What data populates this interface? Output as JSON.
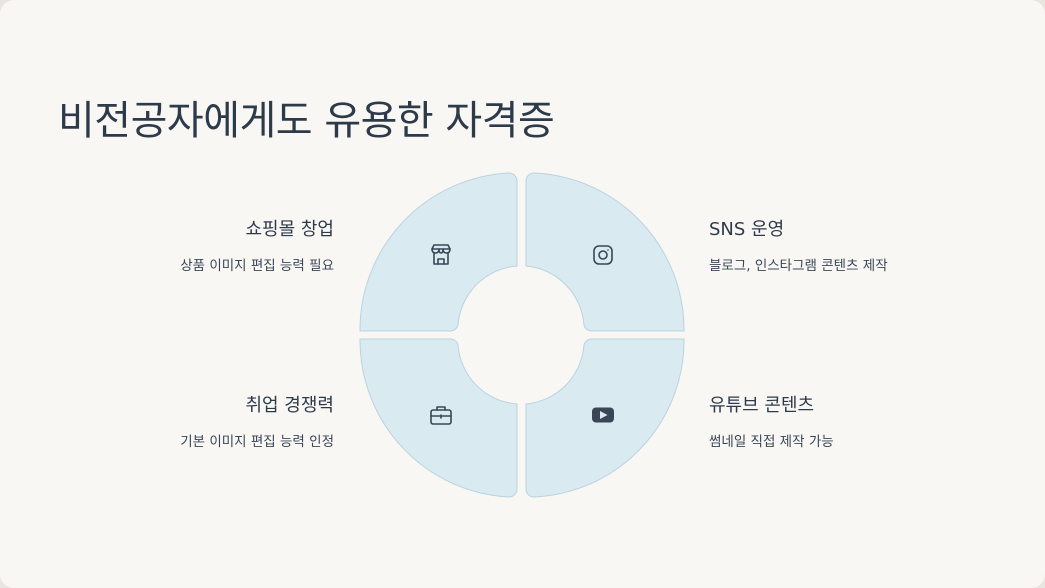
{
  "title": "비전공자에게도 유용한 자격증",
  "colors": {
    "background": "#f9f7f4",
    "segment_fill": "#daeaf1",
    "segment_stroke": "#b9d3de",
    "text": "#2d3a4a",
    "icon": "#3a4656"
  },
  "items": [
    {
      "position": "top-left",
      "heading": "쇼핑몰 창업",
      "description": "상품 이미지 편집 능력 필요",
      "icon": "store-icon"
    },
    {
      "position": "top-right",
      "heading": "SNS 운영",
      "description": "블로그, 인스타그램 콘텐츠 제작",
      "icon": "instagram-icon"
    },
    {
      "position": "bottom-left",
      "heading": "취업 경쟁력",
      "description": "기본 이미지 편집 능력 인정",
      "icon": "briefcase-icon"
    },
    {
      "position": "bottom-right",
      "heading": "유튜브 콘텐츠",
      "description": "썸네일 직접 제작 가능",
      "icon": "youtube-icon"
    }
  ]
}
